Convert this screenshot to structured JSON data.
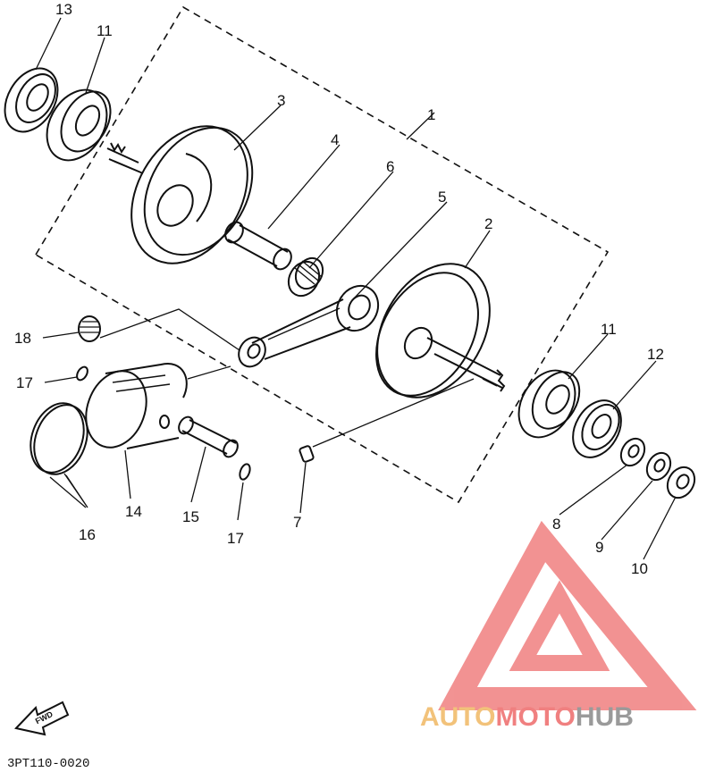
{
  "labels": {
    "l1": "1",
    "l2": "2",
    "l3": "3",
    "l4": "4",
    "l5": "5",
    "l6": "6",
    "l7": "7",
    "l8": "8",
    "l9": "9",
    "l10": "10",
    "l11a": "11",
    "l11b": "11",
    "l12": "12",
    "l13": "13",
    "l14": "14",
    "l15": "15",
    "l16": "16",
    "l17a": "17",
    "l17b": "17",
    "l18": "18"
  },
  "fwd_label": "FWD",
  "diagram_code": "3PT110-0020",
  "watermark": {
    "part1": "AUTO",
    "part2": "MOTO",
    "part3": "HUB"
  },
  "colors": {
    "ink": "#111111",
    "watermark_red": "#f08080",
    "watermark_gold": "#f2c27a",
    "watermark_gray": "#9a9a9a"
  }
}
